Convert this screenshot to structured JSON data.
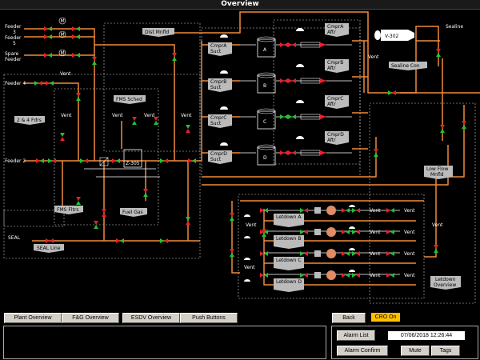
{
  "window": {
    "title": "Overview"
  },
  "feeders": {
    "feeder3": "Feeder\n3",
    "feeder5": "Feeder\n5",
    "spare": "Spare\nFeeder",
    "feeder4": "Feeder 4",
    "feeder2": "Feeder 2",
    "seal": "SEAL"
  },
  "labels": {
    "vent": "Vent",
    "dist_mnfld": "Dist Mnfld",
    "fms_sched": "FMS Sched",
    "fdrs_24": "2 & 4 Fdrs",
    "fms_fltrs": "FMS Fltrs",
    "fuel_gas": "Fuel Gas",
    "seal_line": "SEAL Line",
    "z305": "Z-305",
    "v302": "V-302",
    "sealine": "Sealine",
    "sealine_con": "Sealine Con",
    "low_flow": "Low Flow\nMnfld",
    "letdown_overview": "Letdown\nOverview",
    "m": "M"
  },
  "compressors": [
    {
      "id": "A",
      "suct": "CmprA\nSuct",
      "aftr": "CmprA\nAftr",
      "color": "#e8212b"
    },
    {
      "id": "B",
      "suct": "CmprB\nSuct",
      "aftr": "CmprB\nAftr",
      "color": "#e8212b"
    },
    {
      "id": "C",
      "suct": "CmprC\nSuct",
      "aftr": "CmprC\nAftr",
      "color": "#22c32e"
    },
    {
      "id": "D",
      "suct": "CmprD\nSuct",
      "aftr": "CmprD\nAftr",
      "color": "#e8212b"
    }
  ],
  "letdowns": [
    "Letdown A",
    "Letdown B",
    "Letdown C",
    "Letdown D"
  ],
  "nav": {
    "plant_overview": "Plant Overview",
    "fg_overview": "F&G Overview",
    "esdv_overview": "ESDV Overview",
    "push_buttons": "Push Buttons",
    "back": "Back",
    "cro": "CRO On"
  },
  "alarm": {
    "list": "Alarm List",
    "date": "07/06/2018",
    "time": "12:26:44",
    "confirm": "Alarm Confirm",
    "mute": "Mute",
    "tags": "Tags"
  },
  "colors": {
    "pipe": "#f08a3c",
    "valve_closed": "#e8212b",
    "valve_open": "#22c32e",
    "panel_dash": "#cccccc"
  }
}
